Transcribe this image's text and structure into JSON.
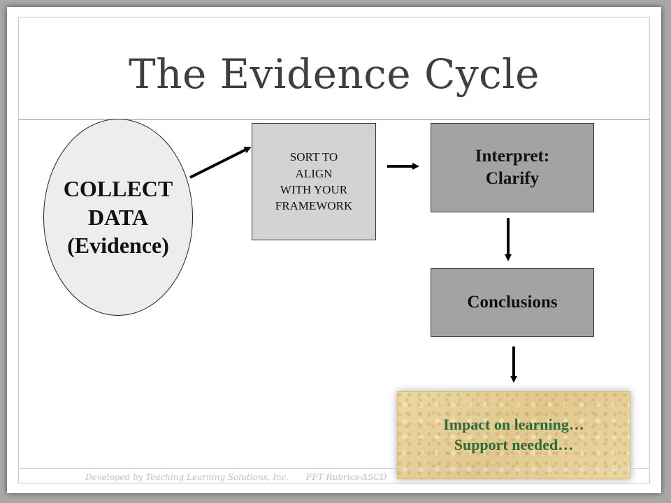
{
  "slide": {
    "title": "The Evidence Cycle",
    "collect": {
      "line1": "COLLECT",
      "line2": "DATA",
      "line3": "(Evidence)"
    },
    "sort": {
      "line1": "SORT TO",
      "line2": "ALIGN",
      "line3": "WITH YOUR",
      "line4": "FRAMEWORK"
    },
    "interpret": {
      "line1": "Interpret:",
      "line2": "Clarify"
    },
    "conclusions": "Conclusions",
    "impact": {
      "line1": "Impact on learning…",
      "line2": "Support needed…"
    },
    "footer": {
      "left": "Developed by Teaching Learning Solutions, Inc.",
      "right": "FFT Rubrics-ASCD"
    }
  },
  "colors": {
    "title_text": "#3f3f3f",
    "ellipse_fill": "#ededed",
    "sort_box_fill": "#d3d3d3",
    "interpret_box_fill": "#a3a3a3",
    "impact_box_fill": "#e6d098",
    "impact_text": "#2e6b3a",
    "arrow": "#000000"
  }
}
